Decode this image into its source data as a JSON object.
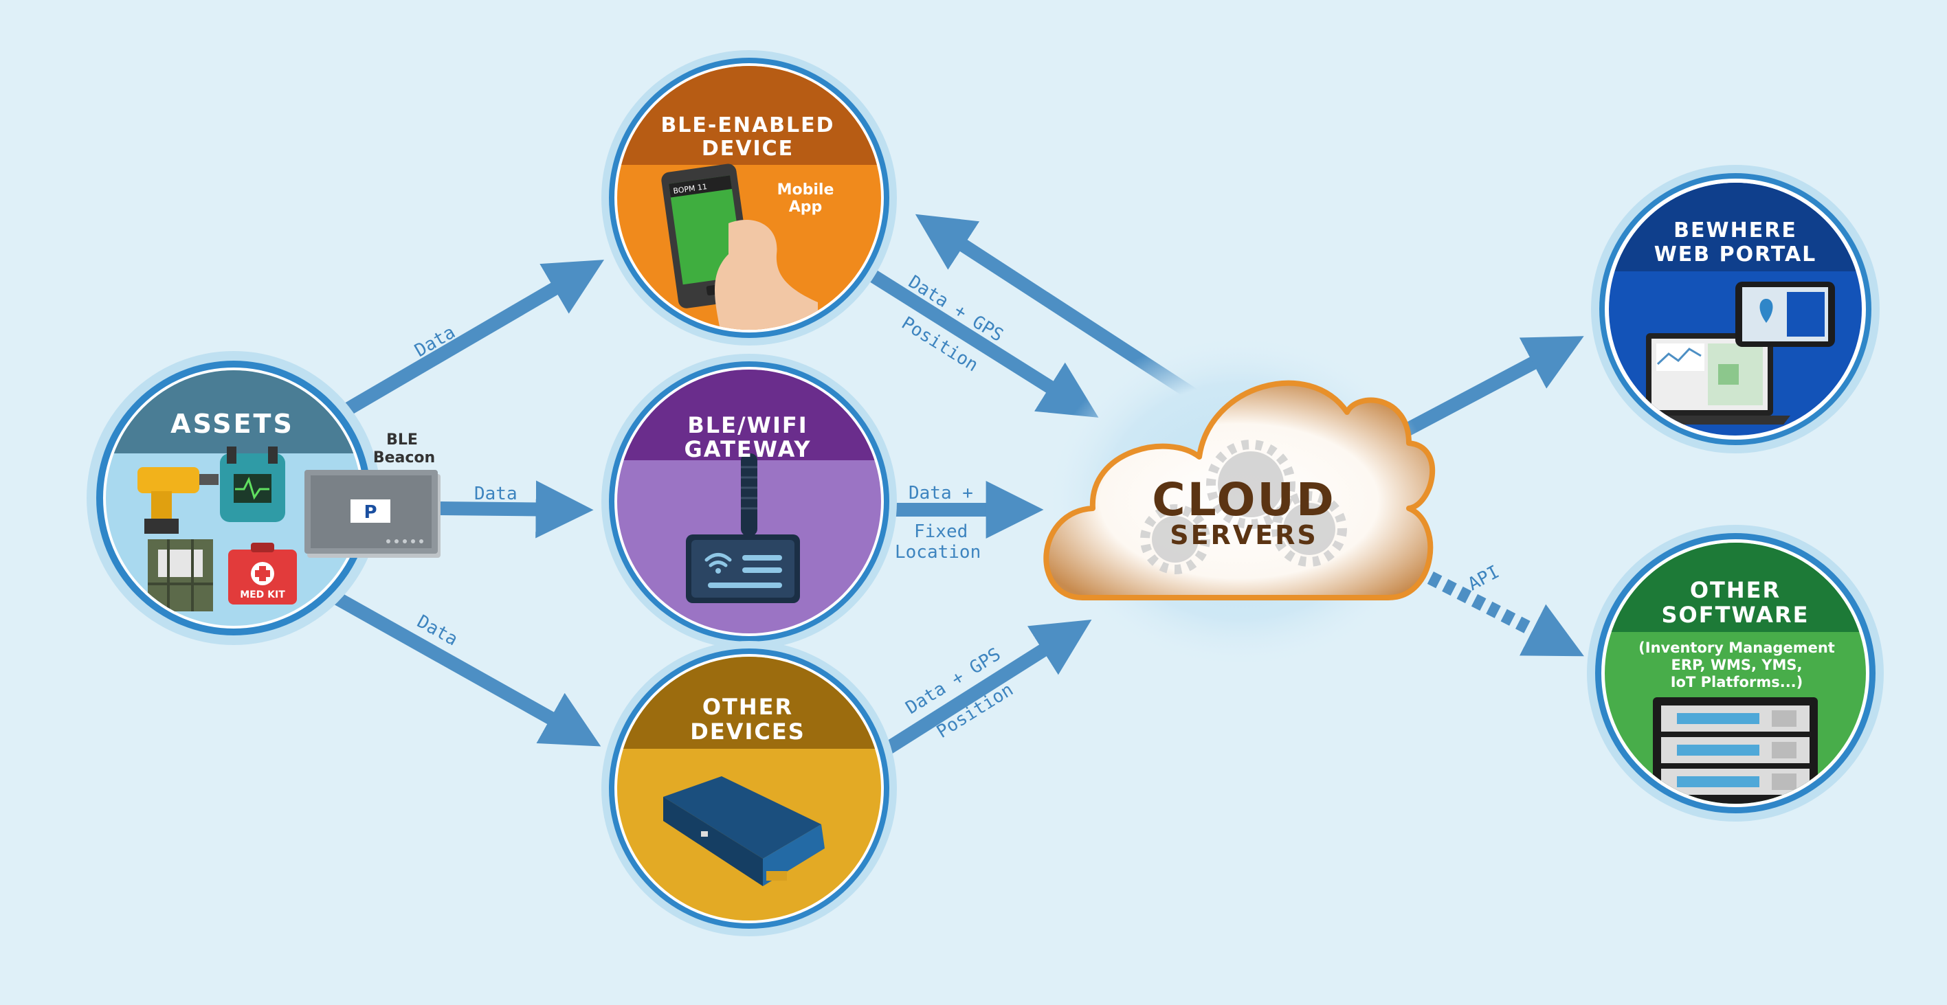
{
  "nodes": {
    "assets": {
      "title": "ASSETS",
      "beacon_line1": "BLE",
      "beacon_line2": "Beacon",
      "medkit_label": "MED KIT"
    },
    "ble_device": {
      "title_line1": "BLE-ENABLED",
      "title_line2": "DEVICE",
      "app_line1": "Mobile",
      "app_line2": "App",
      "phone_screen_title": "BOPM 11"
    },
    "gateway": {
      "title_line1": "BLE/WIFI",
      "title_line2": "GATEWAY"
    },
    "other_devices": {
      "title_line1": "OTHER",
      "title_line2": "DEVICES"
    },
    "cloud": {
      "title": "CLOUD",
      "subtitle": "SERVERS"
    },
    "web_portal": {
      "title_line1": "BEWHERE",
      "title_line2": "WEB PORTAL"
    },
    "other_software": {
      "title_line1": "OTHER",
      "title_line2": "SOFTWARE",
      "desc_line1": "(Inventory Management",
      "desc_line2": "ERP, WMS, YMS,",
      "desc_line3": "IoT Platforms...)"
    }
  },
  "edges": {
    "assets_to_device": "Data",
    "beacon_to_gateway": "Data",
    "assets_to_other": "Data",
    "device_to_cloud_line1": "Data + GPS",
    "device_to_cloud_line2": "Position",
    "gateway_to_cloud_line1": "Data +",
    "gateway_to_cloud_line2": "Fixed",
    "gateway_to_cloud_line3": "Location",
    "other_to_cloud_line1": "Data + GPS",
    "other_to_cloud_line2": "Position",
    "cloud_to_software": "API"
  },
  "colors": {
    "background": "#dff0f8",
    "arrow": "#4d8fc4",
    "ring": "#2f86c8",
    "assets_band": "#4a7d95",
    "assets_body": "#a9d9ef",
    "device_band": "#b75c14",
    "device_body": "#f08a1c",
    "gateway_band": "#6a2d8c",
    "gateway_body": "#9b74c4",
    "other_band": "#9c6c0e",
    "other_body": "#e3aa25",
    "portal_band": "#0f3f8c",
    "portal_body": "#1353b8",
    "software_band": "#1d7a37",
    "software_body": "#48ad4a",
    "cloud_text": "#5b3413"
  }
}
